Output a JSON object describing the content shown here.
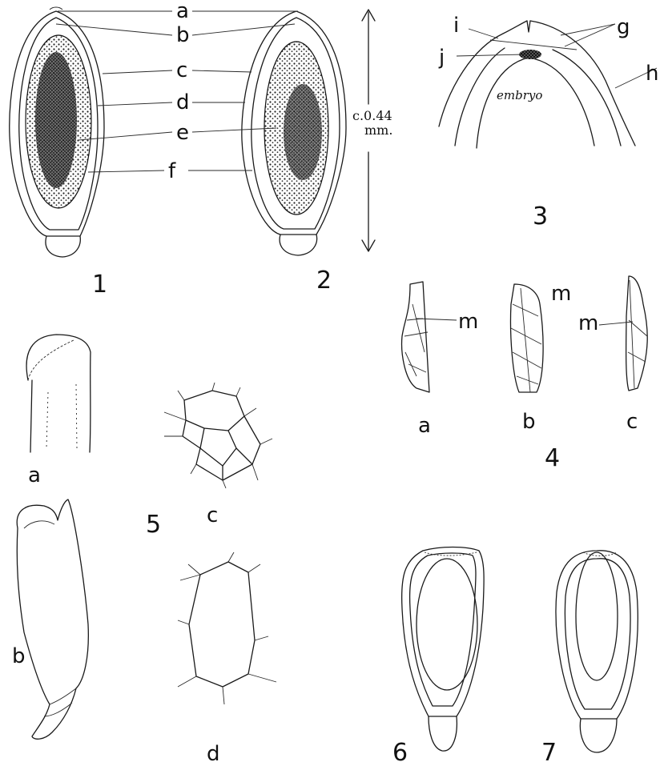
{
  "fig1_2": {
    "labels": [
      "a",
      "b",
      "c",
      "d",
      "e",
      "f"
    ],
    "fig1_number": "1",
    "fig2_number": "2",
    "scale_line1": "c.0.44",
    "scale_line2": "mm."
  },
  "fig3": {
    "labels": {
      "i": "i",
      "g": "g",
      "j": "j",
      "h": "h"
    },
    "embryo_text": "embryo",
    "number": "3"
  },
  "fig4": {
    "m_label": "m",
    "sub_labels": [
      "a",
      "b",
      "c"
    ],
    "number": "4"
  },
  "fig5": {
    "sub_labels": {
      "a": "a",
      "b": "b",
      "c": "c",
      "d": "d"
    },
    "number": "5"
  },
  "fig6": {
    "number": "6"
  },
  "fig7": {
    "number": "7"
  }
}
